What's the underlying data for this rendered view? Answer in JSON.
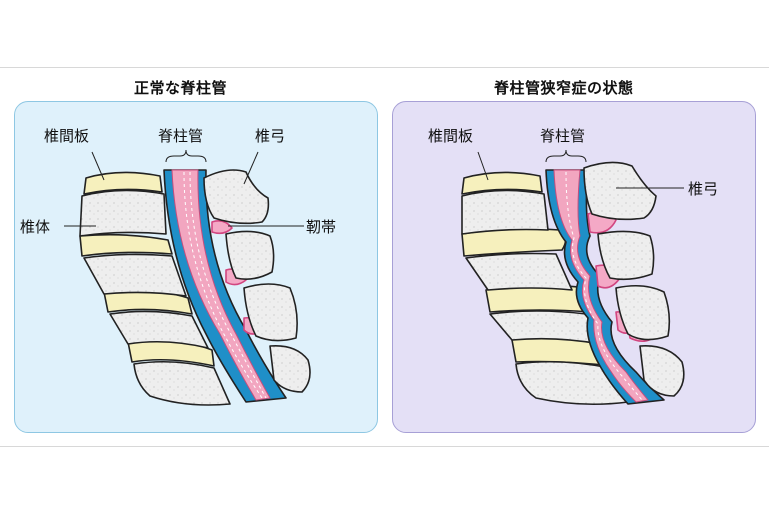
{
  "panels": {
    "normal": {
      "title": "正常な脊柱管",
      "labels": {
        "disc": "椎間板",
        "canal": "脊柱管",
        "arch": "椎弓",
        "body": "椎体",
        "ligament": "靭帯"
      }
    },
    "stenosis": {
      "title": "脊柱管狭窄症の状態",
      "labels": {
        "disc": "椎間板",
        "canal": "脊柱管",
        "arch": "椎弓"
      }
    }
  },
  "colors": {
    "normal_bg": "#dff1fb",
    "stenosis_bg": "#e4e0f6",
    "bone": "#eeeeee",
    "disc": "#f6f0bd",
    "canal_blue": "#1f8fc8",
    "cord_pink": "#f2a6c0",
    "ligament": "#e0508a"
  }
}
